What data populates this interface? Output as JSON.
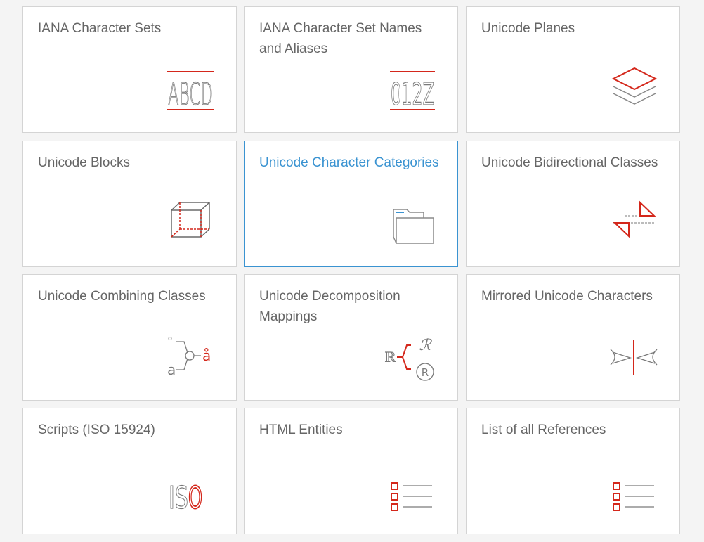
{
  "colors": {
    "accent_red": "#d4271b",
    "icon_gray": "#8a8a8a",
    "title_gray": "#666666",
    "active_blue": "#3a93d1"
  },
  "cards": [
    {
      "title": "IANA Character Sets",
      "icon": "abcd-glyph-icon",
      "icon_text": "ABCD"
    },
    {
      "title": "IANA Character Set Names and Aliases",
      "icon": "digits-glyph-icon",
      "icon_text": "012Z"
    },
    {
      "title": "Unicode Planes",
      "icon": "stacked-planes-icon"
    },
    {
      "title": "Unicode Blocks",
      "icon": "cube-icon"
    },
    {
      "title": "Unicode Character Categories",
      "icon": "folder-icon",
      "active": true
    },
    {
      "title": "Unicode Bidirectional Classes",
      "icon": "bidirectional-triangles-icon"
    },
    {
      "title": "Unicode Combining Classes",
      "icon": "combining-diagram-icon",
      "icon_text_a": "a",
      "icon_text_ring": "°",
      "icon_text_result": "å"
    },
    {
      "title": "Unicode Decomposition Mappings",
      "icon": "decomposition-diagram-icon",
      "icon_text_src": "ℝ",
      "icon_text_script": "ℛ",
      "icon_text_circled": "R"
    },
    {
      "title": "Mirrored Unicode Characters",
      "icon": "mirror-icon"
    },
    {
      "title": "Scripts (ISO 15924)",
      "icon": "iso-glyph-icon",
      "icon_text_is": "IS",
      "icon_text_o": "O"
    },
    {
      "title": "HTML Entities",
      "icon": "checklist-icon"
    },
    {
      "title": "List of all References",
      "icon": "checklist-icon"
    }
  ]
}
